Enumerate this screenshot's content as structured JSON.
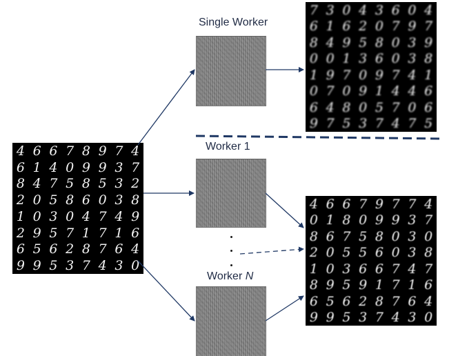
{
  "labels": {
    "single_worker": "Single Worker",
    "worker_1": "Worker 1",
    "worker_n_prefix": "Worker ",
    "worker_n_var": "N"
  },
  "panels": {
    "input_digits": [
      [
        "4",
        "6",
        "6",
        "7",
        "8",
        "9",
        "7",
        "4"
      ],
      [
        "6",
        "1",
        "4",
        "0",
        "9",
        "9",
        "3",
        "7"
      ],
      [
        "8",
        "4",
        "7",
        "5",
        "8",
        "5",
        "3",
        "2"
      ],
      [
        "2",
        "0",
        "5",
        "8",
        "6",
        "0",
        "3",
        "8"
      ],
      [
        "1",
        "0",
        "3",
        "0",
        "4",
        "7",
        "4",
        "9"
      ],
      [
        "2",
        "9",
        "5",
        "7",
        "1",
        "7",
        "1",
        "6"
      ],
      [
        "6",
        "5",
        "6",
        "2",
        "8",
        "7",
        "6",
        "4"
      ],
      [
        "9",
        "9",
        "5",
        "3",
        "7",
        "4",
        "3",
        "0"
      ]
    ],
    "single_worker_output": [
      [
        "7",
        "3",
        "0",
        "4",
        "3",
        "6",
        "0",
        "4"
      ],
      [
        "6",
        "1",
        "6",
        "2",
        "0",
        "7",
        "9",
        "7"
      ],
      [
        "8",
        "4",
        "9",
        "5",
        "8",
        "0",
        "3",
        "9"
      ],
      [
        "0",
        "0",
        "1",
        "3",
        "6",
        "0",
        "3",
        "8"
      ],
      [
        "1",
        "9",
        "7",
        "0",
        "9",
        "7",
        "4",
        "1"
      ],
      [
        "0",
        "7",
        "0",
        "9",
        "1",
        "4",
        "4",
        "6"
      ],
      [
        "6",
        "4",
        "8",
        "0",
        "5",
        "7",
        "0",
        "6"
      ],
      [
        "9",
        "7",
        "5",
        "3",
        "7",
        "4",
        "7",
        "5"
      ]
    ],
    "multi_worker_output": [
      [
        "4",
        "6",
        "6",
        "7",
        "9",
        "7",
        "7",
        "4"
      ],
      [
        "0",
        "1",
        "8",
        "0",
        "9",
        "9",
        "3",
        "7"
      ],
      [
        "8",
        "6",
        "7",
        "5",
        "8",
        "0",
        "3",
        "0"
      ],
      [
        "2",
        "0",
        "5",
        "5",
        "6",
        "0",
        "3",
        "8"
      ],
      [
        "1",
        "0",
        "3",
        "6",
        "6",
        "7",
        "4",
        "7"
      ],
      [
        "8",
        "9",
        "5",
        "9",
        "1",
        "7",
        "1",
        "6"
      ],
      [
        "6",
        "5",
        "6",
        "2",
        "8",
        "7",
        "6",
        "4"
      ],
      [
        "9",
        "9",
        "5",
        "3",
        "7",
        "4",
        "3",
        "0"
      ]
    ]
  },
  "colors": {
    "arrow": "#1f3864",
    "divider": "#1f3864",
    "text": "#1f2a44"
  }
}
